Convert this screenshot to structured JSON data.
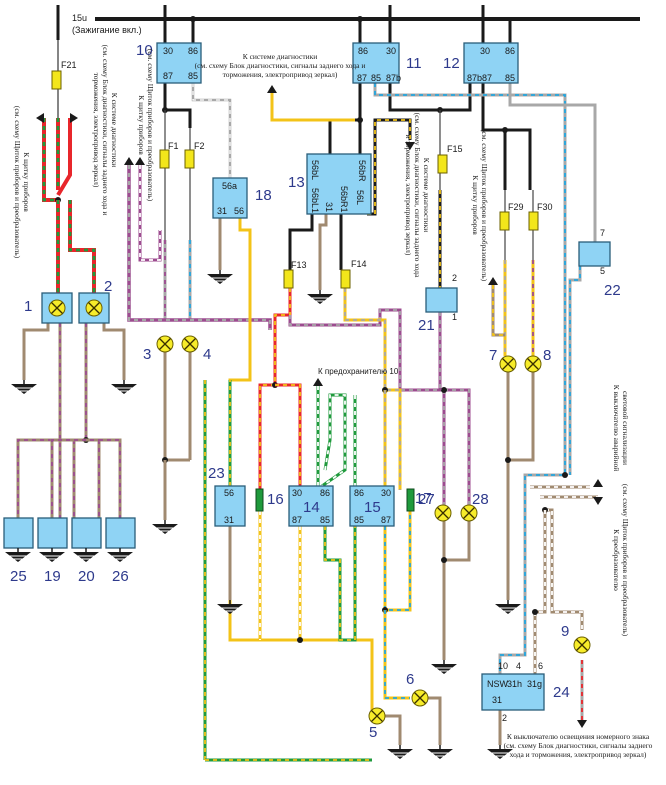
{
  "diagram": {
    "bus": {
      "label": "15u",
      "sublabel": "(Зажигание вкл.)"
    },
    "relays": [
      {
        "id": "10",
        "pins": [
          "30",
          "86",
          "87",
          "85"
        ]
      },
      {
        "id": "11",
        "pins": [
          "86",
          "30",
          "87",
          "85",
          "87b"
        ]
      },
      {
        "id": "12",
        "pins": [
          "30",
          "86",
          "87b",
          "87",
          "85"
        ]
      },
      {
        "id": "14",
        "pins": [
          "30",
          "86",
          "87",
          "85"
        ]
      },
      {
        "id": "15",
        "pins": [
          "86",
          "30",
          "85",
          "87"
        ]
      }
    ],
    "modules": [
      {
        "id": "13",
        "pins": [
          "56bL",
          "56bR",
          "56bL1",
          "31",
          "56bR1",
          "56L"
        ]
      },
      {
        "id": "18",
        "pins": [
          "56a",
          "31",
          "56"
        ]
      },
      {
        "id": "21",
        "pins": [
          "2",
          "1"
        ]
      },
      {
        "id": "22",
        "pins": [
          "7",
          "5"
        ]
      },
      {
        "id": "23",
        "pins": [
          "56",
          "31"
        ]
      },
      {
        "id": "24",
        "pins": [
          "10",
          "4",
          "6",
          "NSW",
          "31h",
          "31g",
          "31",
          "2"
        ]
      }
    ],
    "fuses": [
      "F21",
      "F1",
      "F2",
      "F13",
      "F14",
      "F15",
      "F29",
      "F30",
      "16",
      "17"
    ],
    "lamps": [
      "1",
      "2",
      "3",
      "4",
      "5",
      "6",
      "7",
      "8",
      "9",
      "27",
      "28"
    ],
    "loads_bottom": [
      "25",
      "19",
      "20",
      "26"
    ],
    "notes": {
      "diag_top": [
        "К системе диагностики",
        "(см. схему Блок диагностики, сигналы заднего хода и",
        "торможения, электропривод зеркал)"
      ],
      "left_instr": [
        "К щитку приборов",
        "(см. схему Щиток приборов и преобразователь)"
      ],
      "left_diag": [
        "К системе диагностики",
        "(см. схему Блок диагностики, сигналы заднего хода и",
        "торможения, электропривод зеркал)"
      ],
      "mid_instr": [
        "К щитку приборов",
        "(см. схему Щиток приборов и преобразователь)"
      ],
      "center_diag": [
        "К системе диагностики",
        "(см. схему Блок диагностики, сигналы заднего хода",
        "и торможения, электропривод зеркал)"
      ],
      "right_instr": [
        "К щитку приборов",
        "(см. схему Щиток приборов и преобразователь)"
      ],
      "fuse10": "К предохранителю 10",
      "hazard": [
        "К выключателю аварийной",
        "световой сигнализации"
      ],
      "converter": [
        "К преобразователю",
        "(см. схему Щиток приборов и преобразователь)"
      ],
      "plate": [
        "К выключателю освещения номерного знака",
        "(см. схему Блок диагностики, сигналы заднего",
        "хода и торможения, электропривод зеркал)"
      ]
    },
    "colors": {
      "black": "#1a1a1a",
      "red": "#e8262b",
      "green": "#1f9a3c",
      "yellow": "#f3c318",
      "blue": "#22a6df",
      "gray": "#a8a8a8",
      "brown": "#a08a70",
      "violet": "#9c4b8f",
      "white": "#ffffff",
      "box": "#8fd3f4",
      "text_num": "#2e3a8c"
    }
  }
}
